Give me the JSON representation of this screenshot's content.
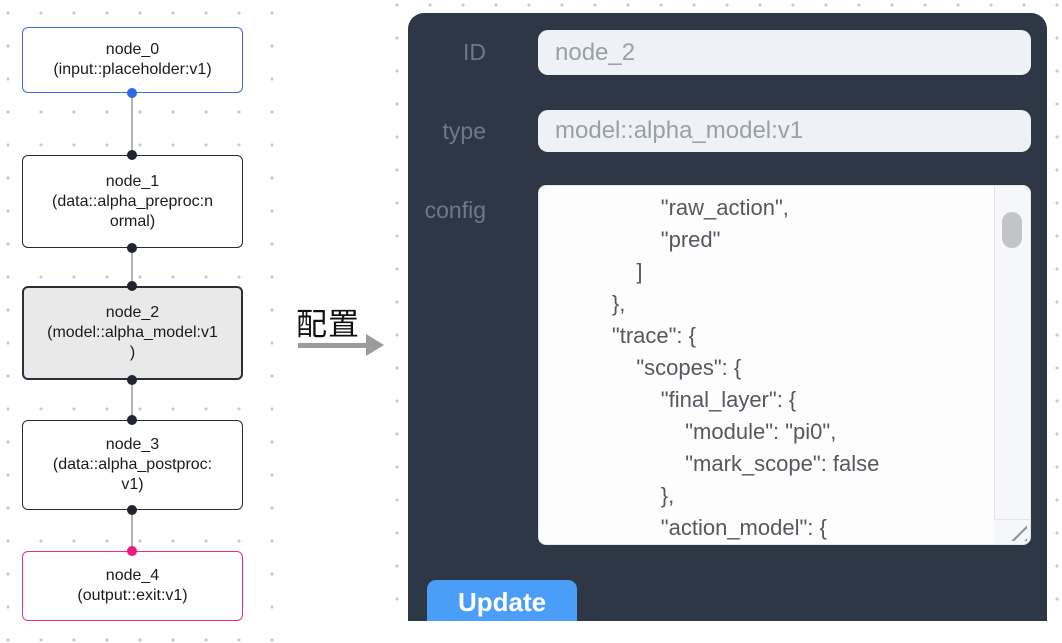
{
  "graph": {
    "nodes": [
      {
        "name": "node_0",
        "role": "input",
        "lines": [
          "node_0",
          "(input::placeholder:v1)",
          ""
        ]
      },
      {
        "name": "node_1",
        "role": "data",
        "lines": [
          "node_1",
          "(data::alpha_preproc:n",
          "ormal)"
        ]
      },
      {
        "name": "node_2",
        "role": "model-selected",
        "lines": [
          "node_2",
          "(model::alpha_model:v1",
          ")"
        ]
      },
      {
        "name": "node_3",
        "role": "data",
        "lines": [
          "node_3",
          "(data::alpha_postproc:",
          "v1)"
        ]
      },
      {
        "name": "node_4",
        "role": "output",
        "lines": [
          "node_4",
          "(output::exit:v1)",
          ""
        ]
      }
    ],
    "colors": {
      "input_border": "#3c6ed5",
      "input_port": "#2d6ae3",
      "default_border": "#2a2a33",
      "default_port": "#20242e",
      "output_border": "#ec2d78",
      "output_port": "#f0187c",
      "selected_fill": "#e9e9e9",
      "edge": "#b4b4b4"
    }
  },
  "annotation": {
    "label": "配置",
    "arrow_color": "#9b9b9b"
  },
  "panel": {
    "bg": "#2d3745",
    "accent": "#4a9ef7",
    "fields": [
      {
        "label": "ID",
        "value": "node_2"
      },
      {
        "label": "type",
        "value": "model::alpha_model:v1"
      }
    ],
    "config": {
      "label": "config",
      "lines": [
        "                \"raw_action\",",
        "                \"pred\"",
        "            ]",
        "        },",
        "        \"trace\": {",
        "            \"scopes\": {",
        "                \"final_layer\": {",
        "                    \"module\": \"pi0\",",
        "                    \"mark_scope\": false",
        "                },",
        "                \"action_model\": {"
      ]
    },
    "update_label": "Update"
  }
}
